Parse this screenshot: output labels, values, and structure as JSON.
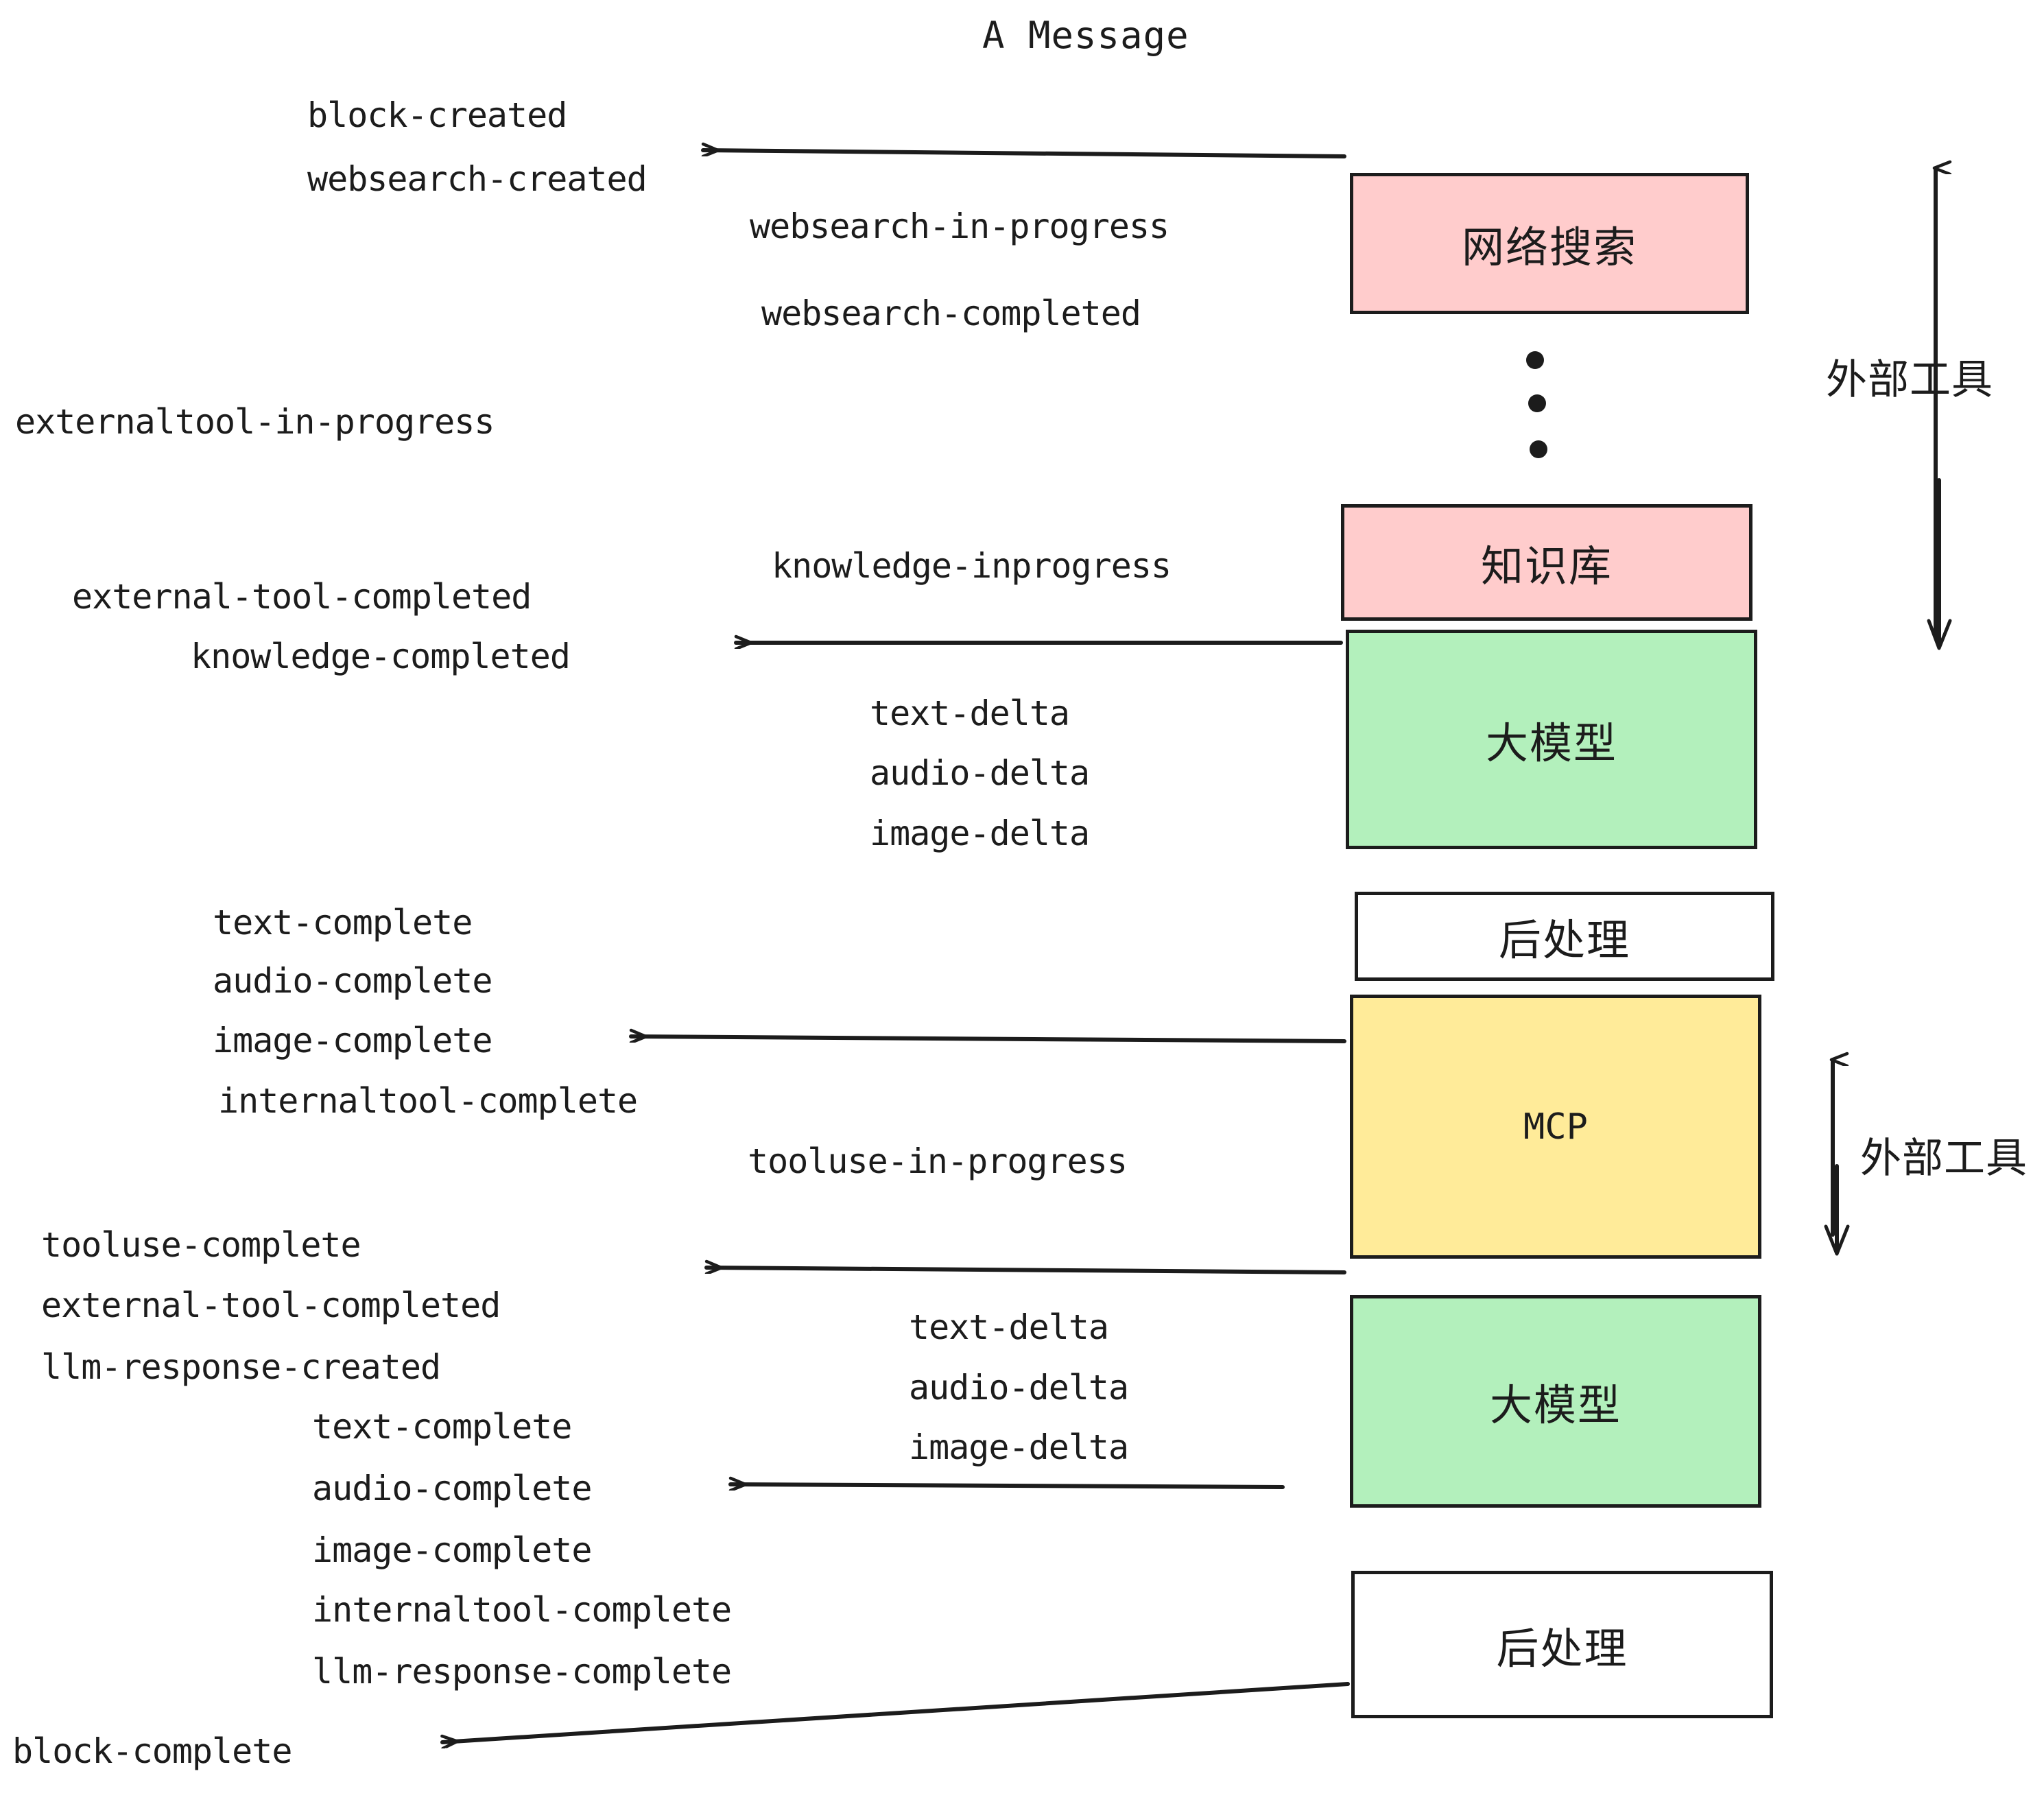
{
  "diagram": {
    "title": "A Message",
    "colors": {
      "pink": "#FFCCCC",
      "green": "#B3F0BC",
      "yellow": "#FFEB99",
      "white": "#FFFFFF",
      "stroke": "#1C1C1C",
      "text": "#1C1C1C"
    },
    "boxes": [
      {
        "label": "网络搜索",
        "fill": "#FFCCCC"
      },
      {
        "label": "知识库",
        "fill": "#FFCCCC"
      },
      {
        "label": "大模型",
        "fill": "#B3F0BC"
      },
      {
        "label": "后处理",
        "fill": "#FFFFFF"
      },
      {
        "label": "MCP",
        "fill": "#FFEB99"
      },
      {
        "label": "大模型",
        "fill": "#B3F0BC"
      },
      {
        "label": "后处理",
        "fill": "#FFFFFF"
      }
    ],
    "side_labels": [
      {
        "label": "外部工具"
      },
      {
        "label": "外部工具"
      }
    ],
    "events": [
      {
        "text": "block-created"
      },
      {
        "text": "websearch-created"
      },
      {
        "text": "websearch-in-progress"
      },
      {
        "text": "websearch-completed"
      },
      {
        "text": "externaltool-in-progress"
      },
      {
        "text": "knowledge-inprogress"
      },
      {
        "text": "external-tool-completed"
      },
      {
        "text": "knowledge-completed"
      },
      {
        "text": "text-delta"
      },
      {
        "text": "audio-delta"
      },
      {
        "text": "image-delta"
      },
      {
        "text": "text-complete"
      },
      {
        "text": "audio-complete"
      },
      {
        "text": "image-complete"
      },
      {
        "text": "internaltool-complete"
      },
      {
        "text": "tooluse-in-progress"
      },
      {
        "text": "tooluse-complete"
      },
      {
        "text": "external-tool-completed"
      },
      {
        "text": "llm-response-created"
      },
      {
        "text": "text-complete"
      },
      {
        "text": "audio-complete"
      },
      {
        "text": "image-complete"
      },
      {
        "text": "internaltool-complete"
      },
      {
        "text": "llm-response-complete"
      },
      {
        "text": "block-complete"
      }
    ],
    "ellipsis_dots": 3
  }
}
